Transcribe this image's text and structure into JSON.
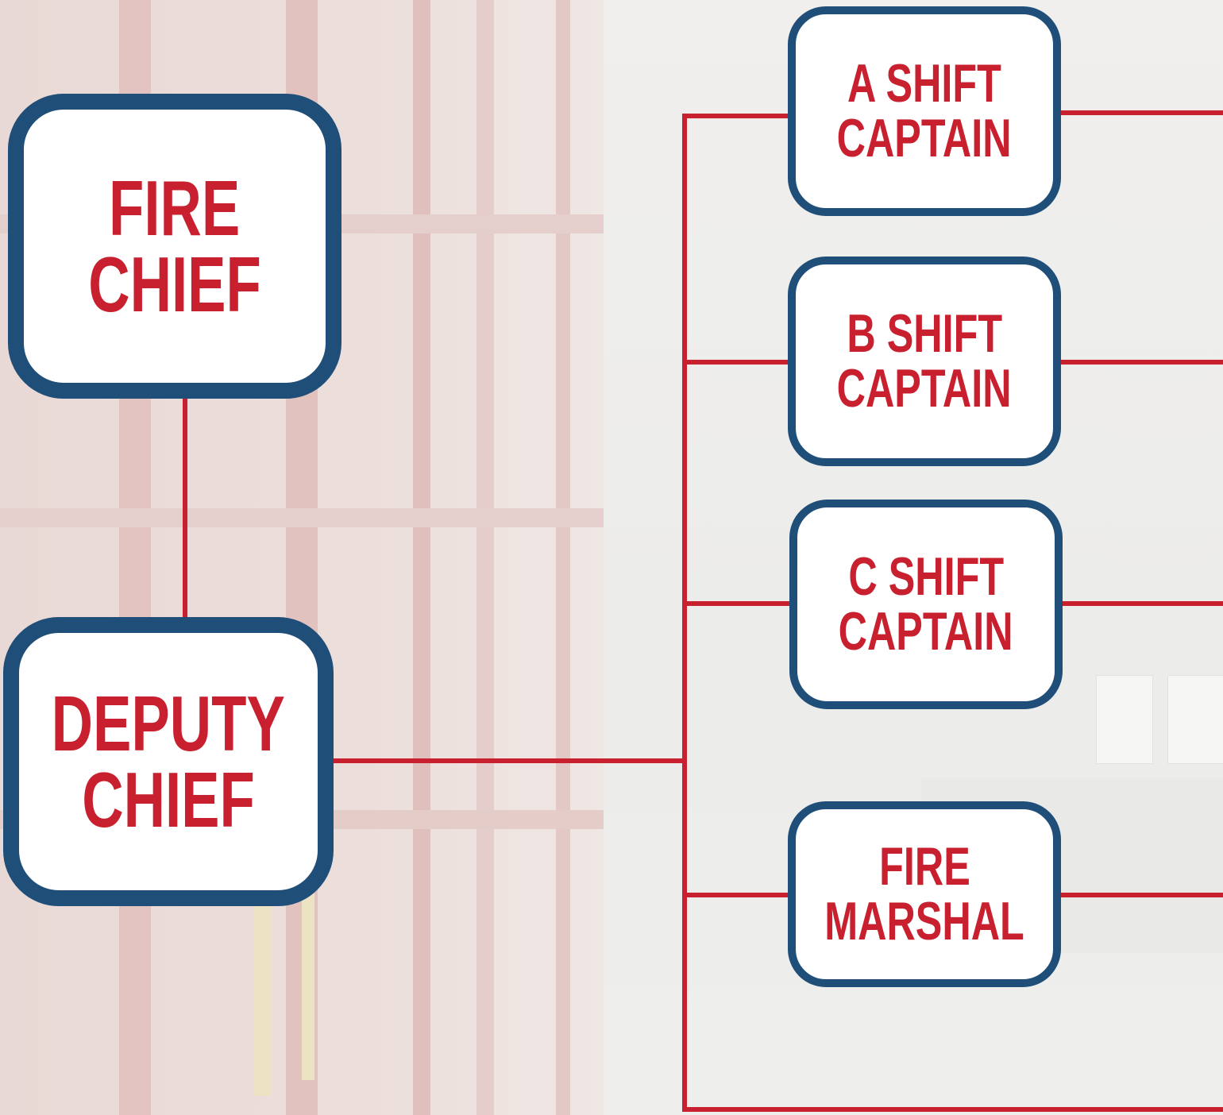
{
  "colors": {
    "box_border": "#1f4e79",
    "box_text": "#c8202e",
    "connector": "#c8202e",
    "box_fill": "#ffffff"
  },
  "boxes": {
    "fire_chief": {
      "line1": "FIRE",
      "line2": "CHIEF"
    },
    "deputy_chief": {
      "line1": "DEPUTY",
      "line2": "CHIEF"
    },
    "a_shift_captain": {
      "line1": "A SHIFT",
      "line2": "CAPTAIN"
    },
    "b_shift_captain": {
      "line1": "B SHIFT",
      "line2": "CAPTAIN"
    },
    "c_shift_captain": {
      "line1": "C SHIFT",
      "line2": "CAPTAIN"
    },
    "fire_marshal": {
      "line1": "FIRE",
      "line2": "MARSHAL"
    }
  }
}
